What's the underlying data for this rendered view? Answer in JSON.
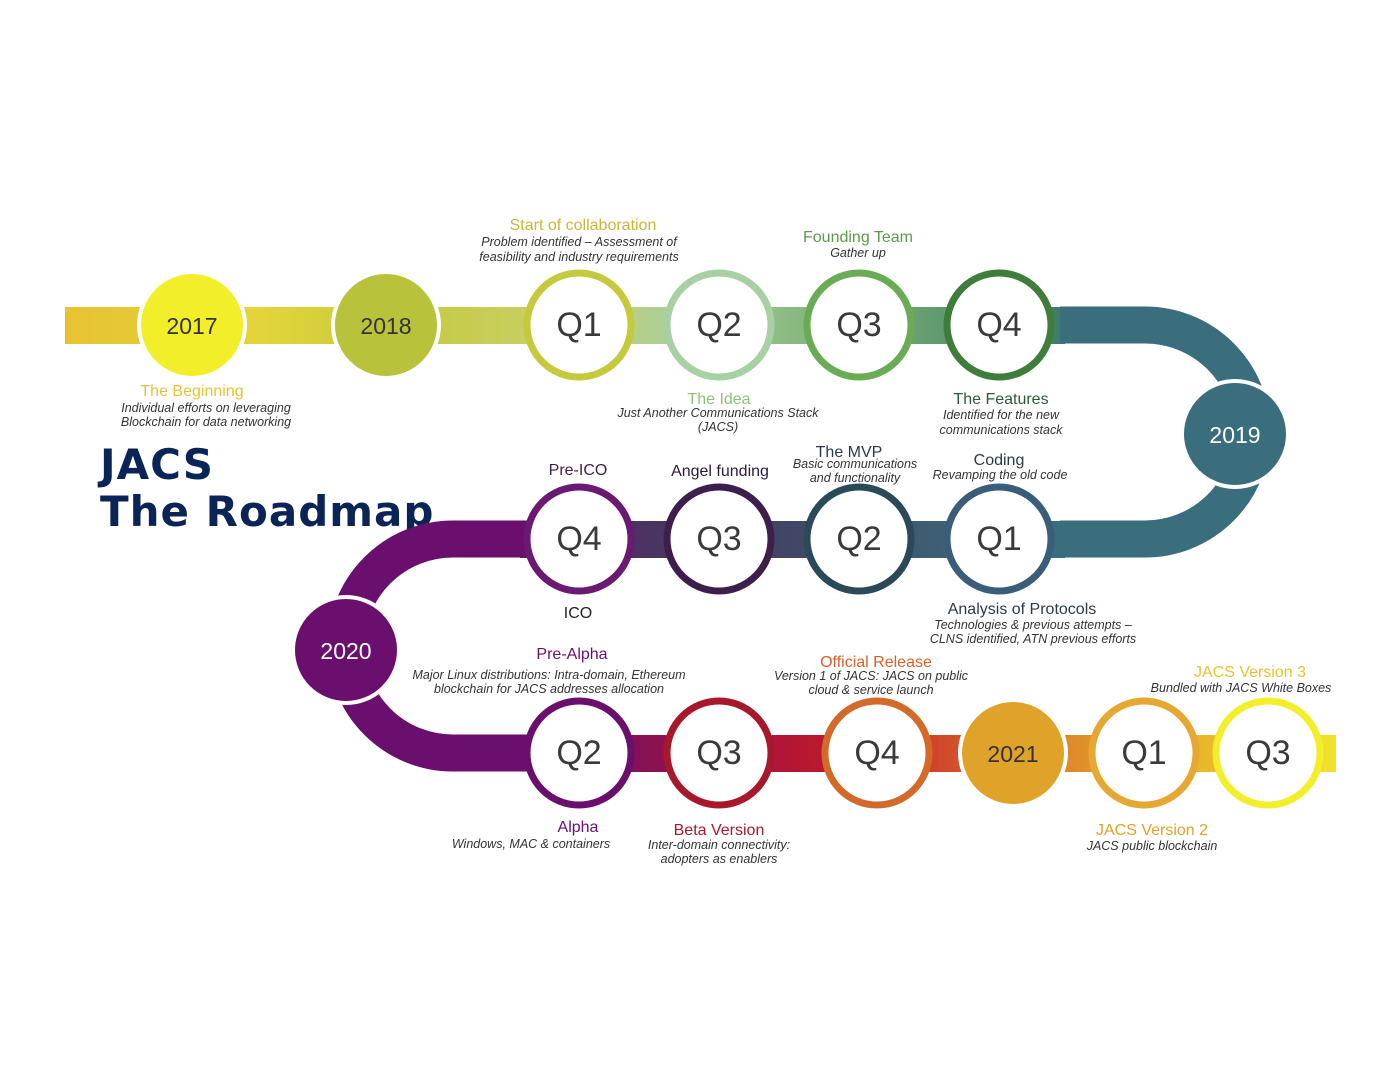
{
  "heading": {
    "line1": "JACS",
    "line2": "The Roadmap"
  },
  "colors": {
    "yellow": "#f2ef2a",
    "lime": "#b8c23a",
    "light_green": "#a7d0a3",
    "green": "#6aac55",
    "dark_green": "#3f7d3a",
    "teal": "#3b6e7c",
    "navy": "#2a4a5a",
    "dark_purple": "#3e1f4c",
    "purple": "#6a0f6e",
    "crimson": "#a8182d",
    "orange": "#d46a2a",
    "amber": "#e0a32a",
    "title_navy": "#0b2457"
  },
  "nodes": {
    "y2017": "2017",
    "y2018": "2018",
    "y2019": "2019",
    "y2020": "2020",
    "y2021": "2021",
    "r1_q1": "Q1",
    "r1_q2": "Q2",
    "r1_q3": "Q3",
    "r1_q4": "Q4",
    "r2_q1": "Q1",
    "r2_q2": "Q2",
    "r2_q3": "Q3",
    "r2_q4": "Q4",
    "r3_q2": "Q2",
    "r3_q3": "Q3",
    "r3_q4": "Q4",
    "r3_q1": "Q1",
    "r3_q3b": "Q3"
  },
  "milestones": {
    "beginning": {
      "title": "The Beginning",
      "desc1": "Individual efforts on leveraging",
      "desc2": "Blockchain for data networking"
    },
    "collaboration": {
      "title": "Start of collaboration",
      "desc1": "Problem identified – Assessment of",
      "desc2": "feasibility and industry requirements"
    },
    "idea": {
      "title": "The Idea",
      "desc1": "Just Another Communications Stack",
      "desc2": "(JACS)"
    },
    "founding": {
      "title": "Founding Team",
      "desc1": "Gather up"
    },
    "features": {
      "title": "The Features",
      "desc1": "Identified for the new",
      "desc2": "communications stack"
    },
    "pre_ico": {
      "title": "Pre-ICO"
    },
    "angel": {
      "title": "Angel funding"
    },
    "mvp": {
      "title": "The MVP",
      "desc1": "Basic communications",
      "desc2": "and functionality"
    },
    "coding": {
      "title": "Coding",
      "desc1": "Revamping the old code"
    },
    "ico": {
      "title": "ICO"
    },
    "protocols": {
      "title": "Analysis of Protocols",
      "desc1": "Technologies & previous attempts –",
      "desc2": "CLNS identified, ATN previous efforts"
    },
    "pre_alpha": {
      "title": "Pre-Alpha",
      "desc1": "Major Linux distributions: Intra-domain, Ethereum",
      "desc2": "blockchain for JACS addresses allocation"
    },
    "official": {
      "title": "Official Release",
      "desc1": "Version 1 of JACS: JACS on public",
      "desc2": "cloud & service launch"
    },
    "v3": {
      "title": "JACS Version 3",
      "desc1": "Bundled with JACS White Boxes"
    },
    "alpha": {
      "title": "Alpha",
      "desc1": "Windows, MAC & containers"
    },
    "beta": {
      "title": "Beta Version",
      "desc1": "Inter-domain connectivity:",
      "desc2": "adopters as enablers"
    },
    "v2": {
      "title": "JACS Version 2",
      "desc1": "JACS public blockchain"
    }
  }
}
